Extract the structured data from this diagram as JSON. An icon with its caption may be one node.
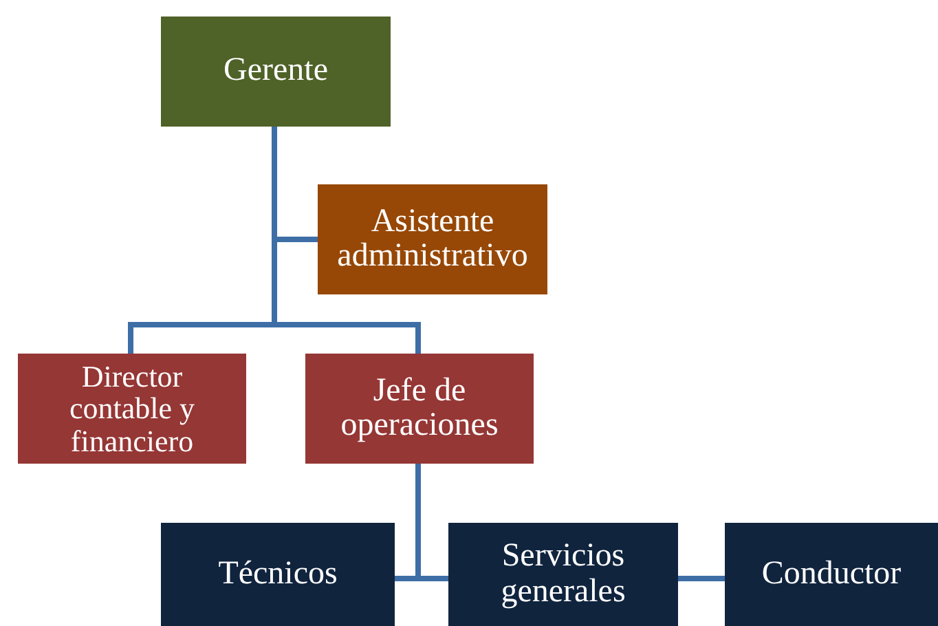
{
  "diagram": {
    "nodes": [
      {
        "text": [
          "Gerente"
        ]
      },
      {
        "text": [
          "Asistente administrativo"
        ]
      },
      {
        "text": [
          "Director contable y financiero"
        ]
      },
      {
        "text": [
          "Jefe de operaciones"
        ]
      },
      {
        "text": [
          "Técnicos"
        ]
      },
      {
        "text": [
          "Servicios generales"
        ]
      },
      {
        "text": [
          "Conductor"
        ]
      }
    ],
    "edges": [
      {
        "from": 0,
        "to": 1,
        "arrow": "none"
      },
      {
        "from": 0,
        "to": 2,
        "arrow": "none"
      },
      {
        "from": 0,
        "to": 3,
        "arrow": "none"
      },
      {
        "from": 3,
        "to": 4,
        "arrow": "none"
      },
      {
        "from": 3,
        "to": 5,
        "arrow": "none"
      },
      {
        "from": 5,
        "to": 6,
        "arrow": "none"
      }
    ]
  }
}
